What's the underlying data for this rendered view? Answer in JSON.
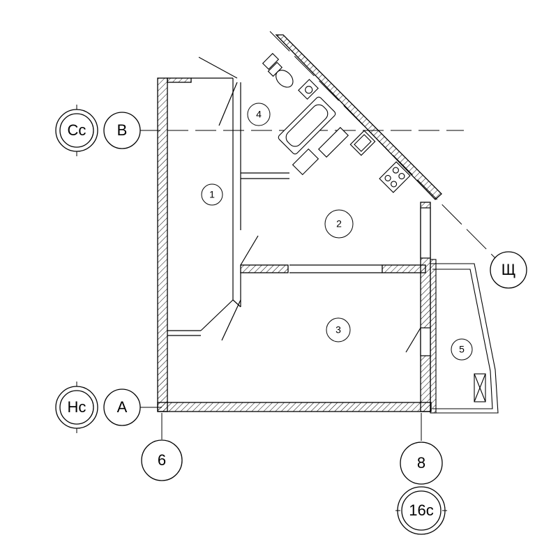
{
  "axes": {
    "left_outer": "Сс",
    "left_b": "В",
    "left_outer_bottom": "Нс",
    "left_a": "А",
    "bottom_6": "6",
    "bottom_8": "8",
    "bottom_16c": "16с",
    "right_sh": "Щ"
  },
  "rooms": [
    "1",
    "2",
    "3",
    "4",
    "5"
  ]
}
